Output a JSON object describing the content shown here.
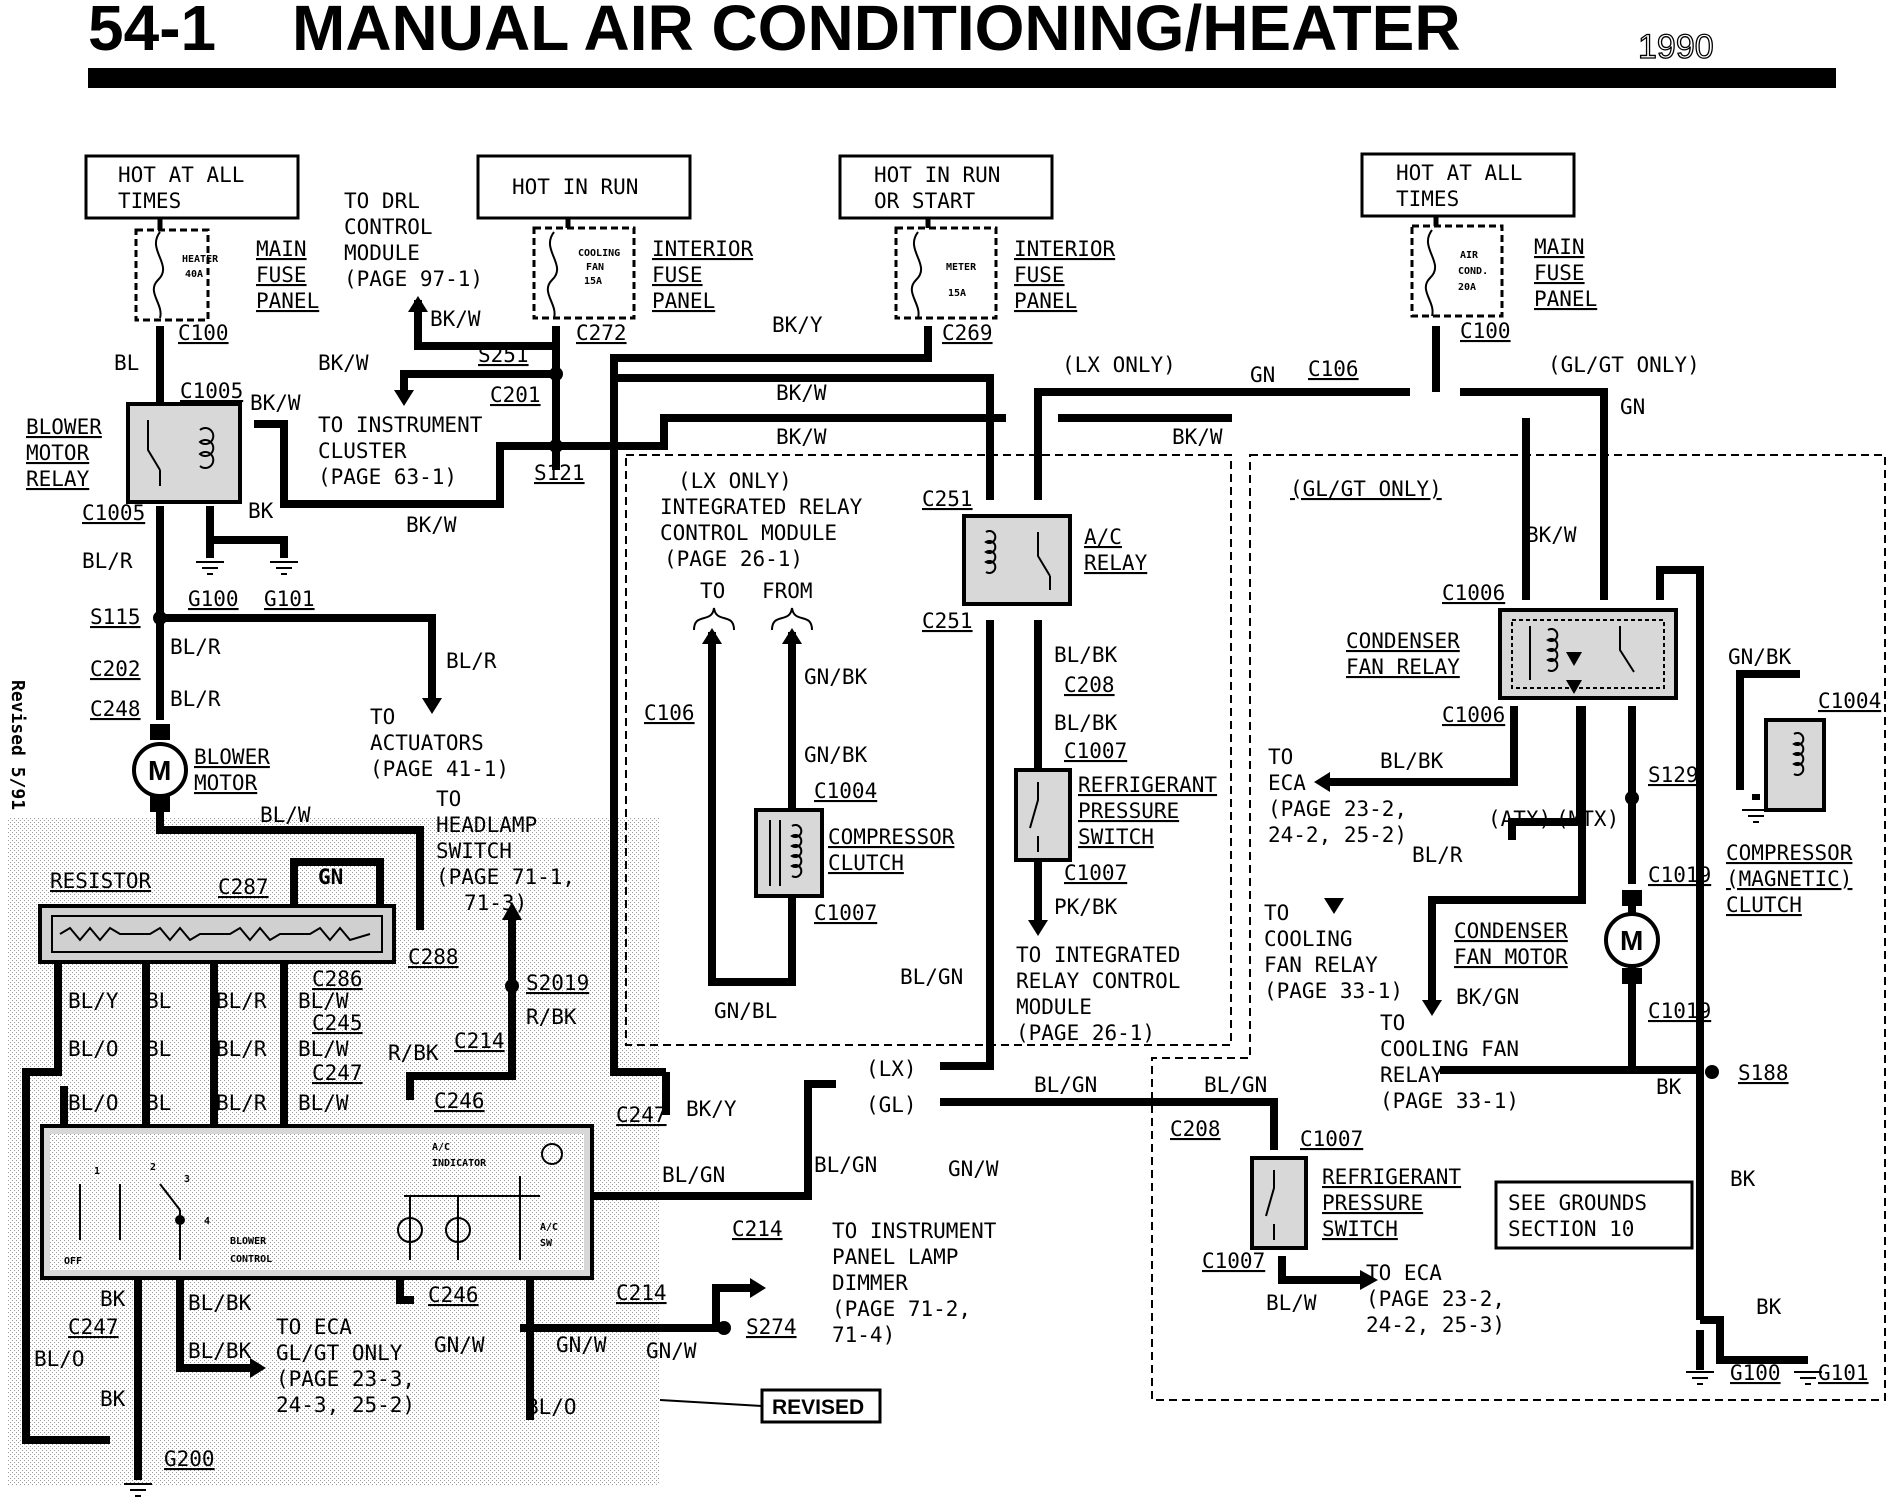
{
  "header": {
    "page_number": "54-1",
    "title": "MANUAL AIR CONDITIONING/HEATER",
    "year": "1990",
    "revised_note": "Revised 5/91"
  },
  "power_sources": {
    "hot_all_times_1": [
      "HOT AT ALL",
      "TIMES"
    ],
    "hot_in_run": [
      "HOT IN RUN"
    ],
    "hot_run_start": [
      "HOT IN RUN",
      "OR START"
    ],
    "hot_all_times_2": [
      "HOT AT ALL",
      "TIMES"
    ]
  },
  "fuses": {
    "heater": {
      "label": [
        "HEATER",
        "40A"
      ],
      "panel": [
        "MAIN",
        "FUSE",
        "PANEL"
      ]
    },
    "cooling_fan": {
      "label": [
        "COOLING",
        "FAN",
        "15A"
      ],
      "panel": [
        "INTERIOR",
        "FUSE",
        "PANEL"
      ]
    },
    "meter": {
      "label": [
        "METER",
        "15A"
      ],
      "panel": [
        "INTERIOR",
        "FUSE",
        "PANEL"
      ]
    },
    "air_cond": {
      "label": [
        "AIR",
        "COND.",
        "20A"
      ],
      "panel": [
        "MAIN",
        "FUSE",
        "PANEL"
      ]
    }
  },
  "components": {
    "blower_motor_relay": [
      "BLOWER",
      "MOTOR",
      "RELAY"
    ],
    "blower_motor": [
      "BLOWER",
      "MOTOR"
    ],
    "resistor": "RESISTOR",
    "ac_relay": [
      "A/C",
      "RELAY"
    ],
    "compressor_clutch": [
      "COMPRESSOR",
      "CLUTCH"
    ],
    "refrigerant_switch_1": [
      "REFRIGERANT",
      "PRESSURE",
      "SWITCH"
    ],
    "refrigerant_switch_2": [
      "REFRIGERANT",
      "PRESSURE",
      "SWITCH"
    ],
    "condenser_fan_relay": [
      "CONDENSER",
      "FAN RELAY"
    ],
    "condenser_fan_motor": [
      "CONDENSER",
      "FAN MOTOR"
    ],
    "compressor_magnetic": [
      "COMPRESSOR",
      "(MAGNETIC)",
      "CLUTCH"
    ],
    "irc_module": [
      "(LX ONLY)",
      "INTEGRATED RELAY",
      "CONTROL MODULE",
      "(PAGE 26-1)"
    ],
    "to_from": [
      "TO",
      "FROM"
    ],
    "switch_inner": {
      "ac_indicator": [
        "A/C",
        "INDICATOR"
      ],
      "blower_control": [
        "BLOWER",
        "CONTROL"
      ],
      "ac_sw": [
        "A/C",
        "SW"
      ],
      "off": "OFF",
      "positions": [
        "1",
        "2",
        "3",
        "4"
      ]
    }
  },
  "references": {
    "drl": [
      "TO DRL",
      "CONTROL",
      "MODULE",
      "(PAGE 97-1)"
    ],
    "instrument_cluster": [
      "TO INSTRUMENT",
      "CLUSTER",
      "(PAGE 63-1)"
    ],
    "actuators": [
      "TO",
      "ACTUATORS",
      "(PAGE 41-1)"
    ],
    "headlamp": [
      "TO",
      "HEADLAMP",
      "SWITCH",
      "(PAGE 71-1,",
      "71-3)"
    ],
    "to_irc": [
      "TO INTEGRATED",
      "RELAY CONTROL",
      "MODULE",
      "(PAGE 26-1)"
    ],
    "eca_1": [
      "TO",
      "ECA",
      "(PAGE 23-2,",
      "24-2, 25-2)"
    ],
    "cooling_fan_relay_1": [
      "TO",
      "COOLING",
      "FAN RELAY",
      "(PAGE 33-1)"
    ],
    "cooling_fan_relay_2": [
      "TO",
      "COOLING FAN",
      "RELAY",
      "(PAGE 33-1)"
    ],
    "panel_dimmer": [
      "TO INSTRUMENT",
      "PANEL LAMP",
      "DIMMER",
      "(PAGE 71-2,",
      "71-4)"
    ],
    "eca_gl": [
      "TO ECA",
      "GL/GT ONLY",
      "(PAGE 23-3,",
      "24-3, 25-2)"
    ],
    "eca_2": [
      "TO ECA",
      "(PAGE 23-2,",
      "24-2, 25-3)"
    ],
    "see_grounds": [
      "SEE GROUNDS",
      "SECTION 10"
    ],
    "revised_tag": "REVISED",
    "lx_only_1": "(LX ONLY)",
    "gl_gt_only_1": "(GL/GT ONLY)",
    "gl_gt_only_2": "(GL/GT ONLY)",
    "atx": "(ATX)",
    "mtx": "(MTX)",
    "lx": "(LX)",
    "gl": "(GL)"
  },
  "connectors": {
    "c100a": "C100",
    "c100b": "C100",
    "c272": "C272",
    "c269": "C269",
    "c1005a": "C1005",
    "c1005b": "C1005",
    "s251": "S251",
    "c201": "C201",
    "s121": "S121",
    "s115": "S115",
    "c202": "C202",
    "c248": "C248",
    "c287": "C287",
    "c288": "C288",
    "c286": "C286",
    "c245": "C245",
    "c247a": "C247",
    "c247b": "C247",
    "c247c": "C247",
    "c246a": "C246",
    "c246b": "C246",
    "c214a": "C214",
    "c214b": "C214",
    "c214c": "C214",
    "s2019": "S2019",
    "s274": "S274",
    "g200": "G200",
    "g100a": "G100",
    "g101a": "G101",
    "g100b": "G100",
    "g101b": "G101",
    "c106a": "C106",
    "c106b": "C106",
    "c251a": "C251",
    "c251b": "C251",
    "c208a": "C208",
    "c208b": "C208",
    "c1007a": "C1007",
    "c1007b": "C1007",
    "c1007c": "C1007",
    "c1007d": "C1007",
    "c1007e": "C1007",
    "c1004a": "C1004",
    "c1004b": "C1004",
    "c1006a": "C1006",
    "c1006b": "C1006",
    "s129": "S129",
    "c1019a": "C1019",
    "c1019b": "C1019",
    "s188": "S188"
  },
  "wires": {
    "bl": "BL",
    "bk_w": "BK/W",
    "bk_y": "BK/Y",
    "gn": "GN",
    "bk": "BK",
    "bl_r": "BL/R",
    "bl_w": "BL/W",
    "bl_y": "BL/Y",
    "bl_o": "BL/O",
    "r_bk": "R/BK",
    "bl_gn": "BL/GN",
    "gn_w": "GN/W",
    "bl_bk": "BL/BK",
    "gn_bk": "GN/BK",
    "gn_bl": "GN/BL",
    "pk_bk": "PK/BK",
    "bk_gn": "BK/GN"
  }
}
